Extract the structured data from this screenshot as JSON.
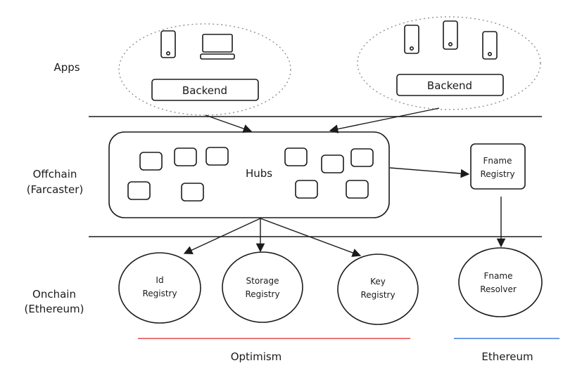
{
  "layers": {
    "apps": "Apps",
    "offchain": [
      "Offchain",
      "(Farcaster)"
    ],
    "onchain": [
      "Onchain",
      "(Ethereum)"
    ]
  },
  "app_groups": [
    {
      "backend_label": "Backend"
    },
    {
      "backend_label": "Backend"
    }
  ],
  "hubs": {
    "label": "Hubs"
  },
  "fname_registry": {
    "lines": [
      "Fname",
      "Registry"
    ]
  },
  "onchain_contracts": [
    {
      "lines": [
        "Id",
        "Registry"
      ]
    },
    {
      "lines": [
        "Storage",
        "Registry"
      ]
    },
    {
      "lines": [
        "Key",
        "Registry"
      ]
    },
    {
      "lines": [
        "Fname",
        "Resolver"
      ]
    }
  ],
  "networks": [
    {
      "label": "Optimism",
      "color": "#e04a4a"
    },
    {
      "label": "Ethereum",
      "color": "#3b7ddd"
    }
  ],
  "colors": {
    "ink": "#1b1b1b",
    "dotted": "#8a8a8a"
  }
}
